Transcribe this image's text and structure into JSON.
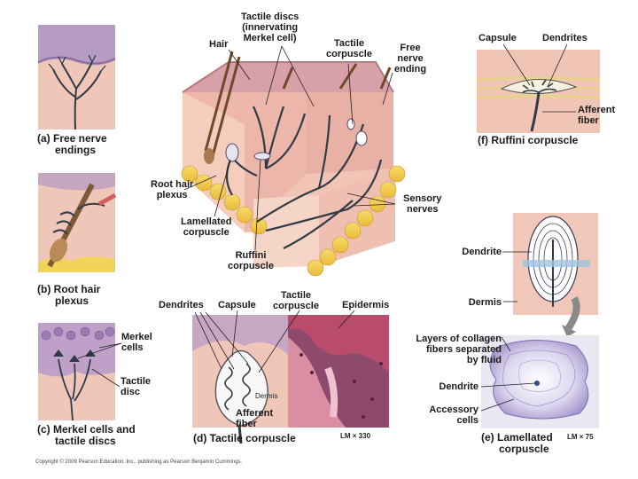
{
  "center": {
    "tactile_discs": "Tactile discs\n(innervating\nMerkel cell)",
    "hair": "Hair",
    "tactile_corpuscle": "Tactile\ncorpuscle",
    "free_nerve_ending": "Free\nnerve\nending",
    "root_hair_plexus": "Root hair\nplexus",
    "lamellated_corpuscle": "Lamellated\ncorpuscle",
    "ruffini_corpuscle": "Ruffini\ncorpuscle",
    "sensory_nerves": "Sensory\nnerves"
  },
  "panel_a": {
    "caption": "(a) Free nerve\n      endings"
  },
  "panel_b": {
    "caption": "(b) Root hair\n      plexus"
  },
  "panel_c": {
    "caption": "(c) Merkel cells and\n      tactile discs",
    "merkel_cells": "Merkel\ncells",
    "tactile_disc": "Tactile\ndisc"
  },
  "panel_d": {
    "caption": "(d) Tactile corpuscle",
    "dendrites": "Dendrites",
    "capsule": "Capsule",
    "tactile_corpuscle": "Tactile\ncorpuscle",
    "epidermis": "Epidermis",
    "dermis": "Dermis",
    "afferent_fiber": "Afferent\nfiber",
    "magnification": "LM × 330"
  },
  "panel_e": {
    "caption": "(e) Lamellated\n      corpuscle",
    "dendrite_top": "Dendrite",
    "dermis": "Dermis",
    "layers": "Layers of collagen\nfibers separated\nby fluid",
    "dendrite": "Dendrite",
    "accessory_cells": "Accessory\ncells",
    "magnification": "LM × 75"
  },
  "panel_f": {
    "caption": "(f) Ruffini corpuscle",
    "capsule": "Capsule",
    "dendrites": "Dendrites",
    "afferent_fiber": "Afferent\nfiber"
  },
  "copyright": "Copyright © 2009 Pearson Education, Inc., publishing as Pearson Benjamin Cummings."
}
